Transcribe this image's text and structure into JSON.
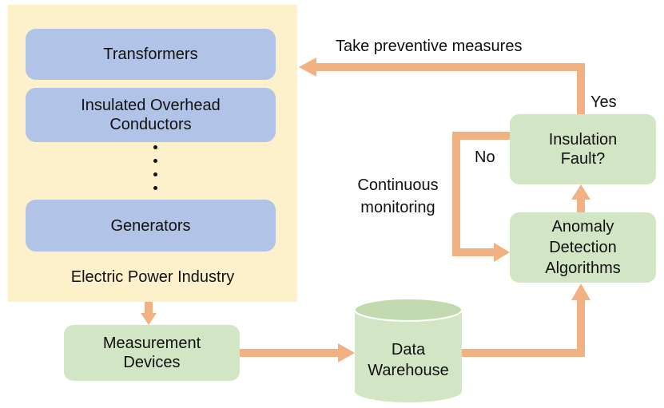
{
  "panel": {
    "caption": "Electric Power Industry",
    "items": [
      {
        "label": "Transformers"
      },
      {
        "label": "Insulated Overhead\nConductors"
      },
      {
        "label": "Generators"
      }
    ]
  },
  "nodes": {
    "measurement": "Measurement\nDevices",
    "warehouse": "Data\nWarehouse",
    "anomaly": "Anomaly\nDetection\nAlgorithms",
    "fault": "Insulation\nFault?"
  },
  "edge_labels": {
    "preventive": "Take preventive measures",
    "yes": "Yes",
    "no": "No",
    "monitoring": "Continuous\nmonitoring"
  },
  "colors": {
    "panel_bg": "#fdf1cc",
    "device_box": "#b1c3e6",
    "process_box": "#d2e5c4",
    "arrow": "#f2b183"
  }
}
